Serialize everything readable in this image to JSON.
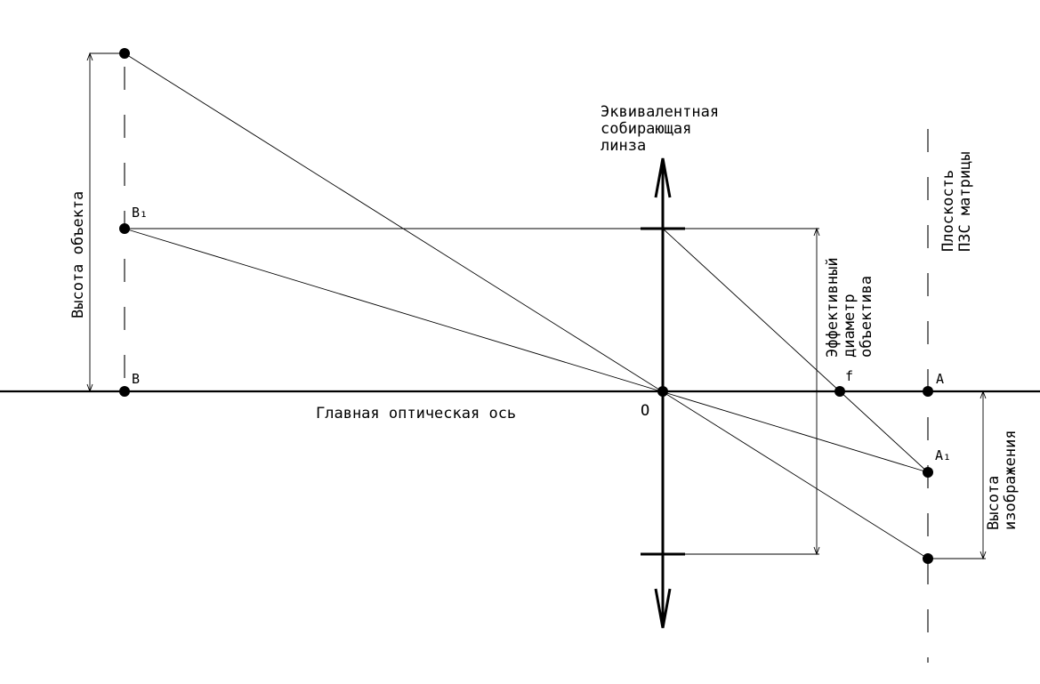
{
  "labels": {
    "lens_line1": "Эквивалентная",
    "lens_line2": "собирающая",
    "lens_line3": "линза",
    "object_height": "Высота объекта",
    "main_axis": "Главная оптическая ось",
    "center": "O",
    "diam_line1": "Эффективный",
    "diam_line2": "диаметр",
    "diam_line3": "объектива",
    "plane_line1": "Плоскость",
    "plane_line2": "ПЗС матрицы",
    "image_line1": "Высота",
    "image_line2": "изображения"
  },
  "points": {
    "B": "B",
    "B1": "B₁",
    "A": "A",
    "A1": "A₁",
    "f": "f"
  }
}
